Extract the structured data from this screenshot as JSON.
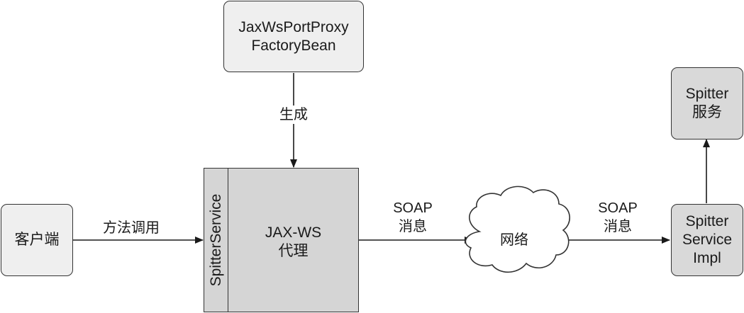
{
  "nodes": {
    "factory": "JaxWsPortProxy\nFactoryBean",
    "client": "客户端",
    "proxy_interface": "SpitterService",
    "proxy_label": "JAX-WS\n代理",
    "network": "网络",
    "impl": "Spitter\nService\nImpl",
    "service": "Spitter\n服务"
  },
  "edges": {
    "generate": "生成",
    "method_call": "方法调用",
    "soap_1": "SOAP\n消息",
    "soap_2": "SOAP\n消息"
  },
  "colors": {
    "light_box": "#efefef",
    "mid_box": "#d9d9d9",
    "stroke": "#333333"
  }
}
